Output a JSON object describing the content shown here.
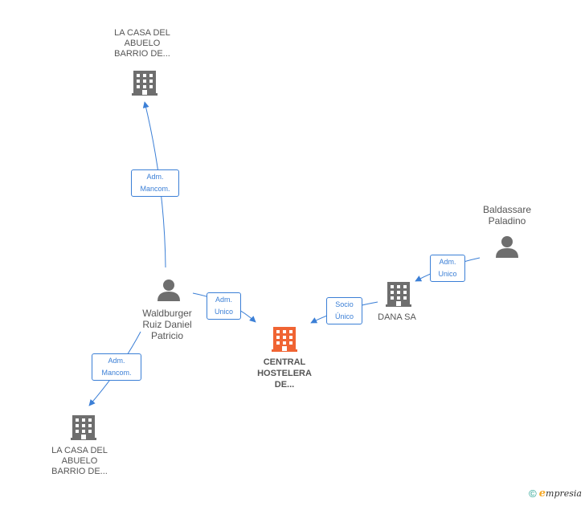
{
  "colors": {
    "edge": "#3b7fd6",
    "node_gray": "#6e6e6e",
    "node_main": "#f06433"
  },
  "nodes": {
    "casa_top": {
      "label": [
        "LA CASA DEL",
        "ABUELO",
        "BARRIO DE..."
      ],
      "icon": "building-icon"
    },
    "casa_bottom": {
      "label": [
        "LA CASA DEL",
        "ABUELO",
        "BARRIO DE..."
      ],
      "icon": "building-icon"
    },
    "waldburger": {
      "label": [
        "Waldburger",
        "Ruiz Daniel",
        "Patricio"
      ],
      "icon": "person-icon"
    },
    "central": {
      "label": [
        "CENTRAL",
        "HOSTELERA",
        "DE..."
      ],
      "icon": "building-icon"
    },
    "dana": {
      "label": [
        "DANA SA"
      ],
      "icon": "building-icon"
    },
    "baldassare": {
      "label": [
        "Baldassare",
        "Paladino"
      ],
      "icon": "person-icon"
    }
  },
  "edges": {
    "waldburger_casa_top": [
      "Adm.",
      "Mancom."
    ],
    "waldburger_central": [
      "Adm.",
      "Unico"
    ],
    "waldburger_casa_bottom": [
      "Adm.",
      "Mancom."
    ],
    "dana_central": [
      "Socio",
      "Único"
    ],
    "baldassare_dana": [
      "Adm.",
      "Unico"
    ]
  },
  "footer": {
    "copyright": "©",
    "brand_initial": "e",
    "brand_rest": "mpresia"
  }
}
